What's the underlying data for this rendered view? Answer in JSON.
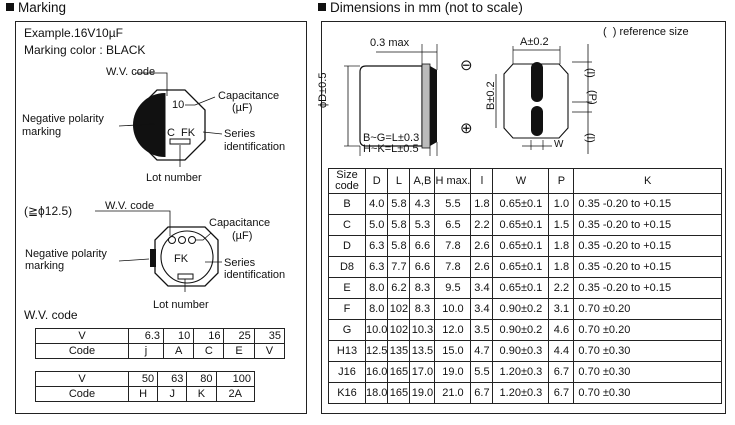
{
  "marking": {
    "title": "Marking",
    "example": "Example.16V10µF",
    "color": "Marking color : BLACK",
    "d1": {
      "wv": "W.V. code",
      "cap_value": "10",
      "cap1": "Capacitance",
      "cap2": "(µF)",
      "neg1": "Negative polarity",
      "neg2": "marking",
      "code": "C  FK",
      "ser1": "Series",
      "ser2": "identification",
      "lot": "Lot number"
    },
    "d2": {
      "note": "(≧ϕ12.5)",
      "wv": "W.V. code",
      "cap1": "Capacitance",
      "cap2": "(µF)",
      "neg1": "Negative polarity",
      "neg2": "marking",
      "code": "FK",
      "ser1": "Series",
      "ser2": "identification",
      "lot": "Lot number"
    },
    "wv_title": "W.V. code",
    "wv1": {
      "h1": "V",
      "h2": "Code",
      "v": [
        "6.3",
        "10",
        "16",
        "25",
        "35"
      ],
      "c": [
        "j",
        "A",
        "C",
        "E",
        "V"
      ]
    },
    "wv2": {
      "h1": "V",
      "h2": "Code",
      "v": [
        "50",
        "63",
        "80",
        "100"
      ],
      "c": [
        "H",
        "J",
        "K",
        "2A"
      ]
    }
  },
  "dimensions": {
    "title": "Dimensions in mm (not to scale)",
    "ref": "(  ) reference size",
    "labels": {
      "max": "0.3 max",
      "phid": "ϕD±0.5",
      "bg": "B~G=L±0.3",
      "hk": "H~K=L±0.5",
      "a": "A±0.2",
      "b": "B±0.2",
      "p": "(P)",
      "l1": "(l)",
      "l2": "(l)",
      "w": "W",
      "minus": "⊖",
      "plus": "⊕"
    },
    "headers": [
      "Size code",
      "D",
      "L",
      "A,B",
      "H max.",
      "l",
      "W",
      "P",
      "K"
    ],
    "rows": [
      [
        "B",
        "4.0",
        "5.8",
        "4.3",
        "5.5",
        "1.8",
        "0.65±0.1",
        "1.0",
        "0.35 -0.20 to +0.15"
      ],
      [
        "C",
        "5.0",
        "5.8",
        "5.3",
        "6.5",
        "2.2",
        "0.65±0.1",
        "1.5",
        "0.35 -0.20 to +0.15"
      ],
      [
        "D",
        "6.3",
        "5.8",
        "6.6",
        "7.8",
        "2.6",
        "0.65±0.1",
        "1.8",
        "0.35 -0.20 to +0.15"
      ],
      [
        "D8",
        "6.3",
        "7.7",
        "6.6",
        "7.8",
        "2.6",
        "0.65±0.1",
        "1.8",
        "0.35 -0.20 to +0.15"
      ],
      [
        "E",
        "8.0",
        "6.2",
        "8.3",
        "9.5",
        "3.4",
        "0.65±0.1",
        "2.2",
        "0.35 -0.20 to +0.15"
      ],
      [
        "F",
        "8.0",
        "102",
        "8.3",
        "10.0",
        "3.4",
        "0.90±0.2",
        "3.1",
        "0.70 ±0.20"
      ],
      [
        "G",
        "10.0",
        "102",
        "10.3",
        "12.0",
        "3.5",
        "0.90±0.2",
        "4.6",
        "0.70 ±0.20"
      ],
      [
        "H13",
        "12.5",
        "135",
        "13.5",
        "15.0",
        "4.7",
        "0.90±0.3",
        "4.4",
        "0.70 ±0.30"
      ],
      [
        "J16",
        "16.0",
        "165",
        "17.0",
        "19.0",
        "5.5",
        "1.20±0.3",
        "6.7",
        "0.70 ±0.30"
      ],
      [
        "K16",
        "18.0",
        "165",
        "19.0",
        "21.0",
        "6.7",
        "1.20±0.3",
        "6.7",
        "0.70 ±0.30"
      ]
    ]
  }
}
